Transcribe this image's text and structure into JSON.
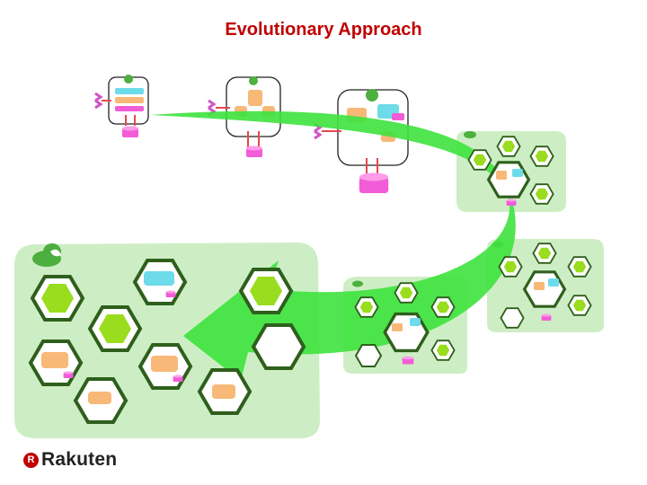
{
  "title": "Evolutionary Approach",
  "logo": {
    "mark": "R",
    "word": "Rakuten"
  },
  "colors": {
    "title": "#c00000",
    "arrow": "#3ee23e",
    "panel": "#cdeec4",
    "hex_border": "#2e5f1c",
    "hex_fill": "#99dd1e",
    "pink": "#f25cd8",
    "cyan": "#6ddbe9",
    "orange": "#f8b878",
    "red_arrow": "#e8474f",
    "cloud": "#4caf3e",
    "logo": "#bf0000"
  }
}
